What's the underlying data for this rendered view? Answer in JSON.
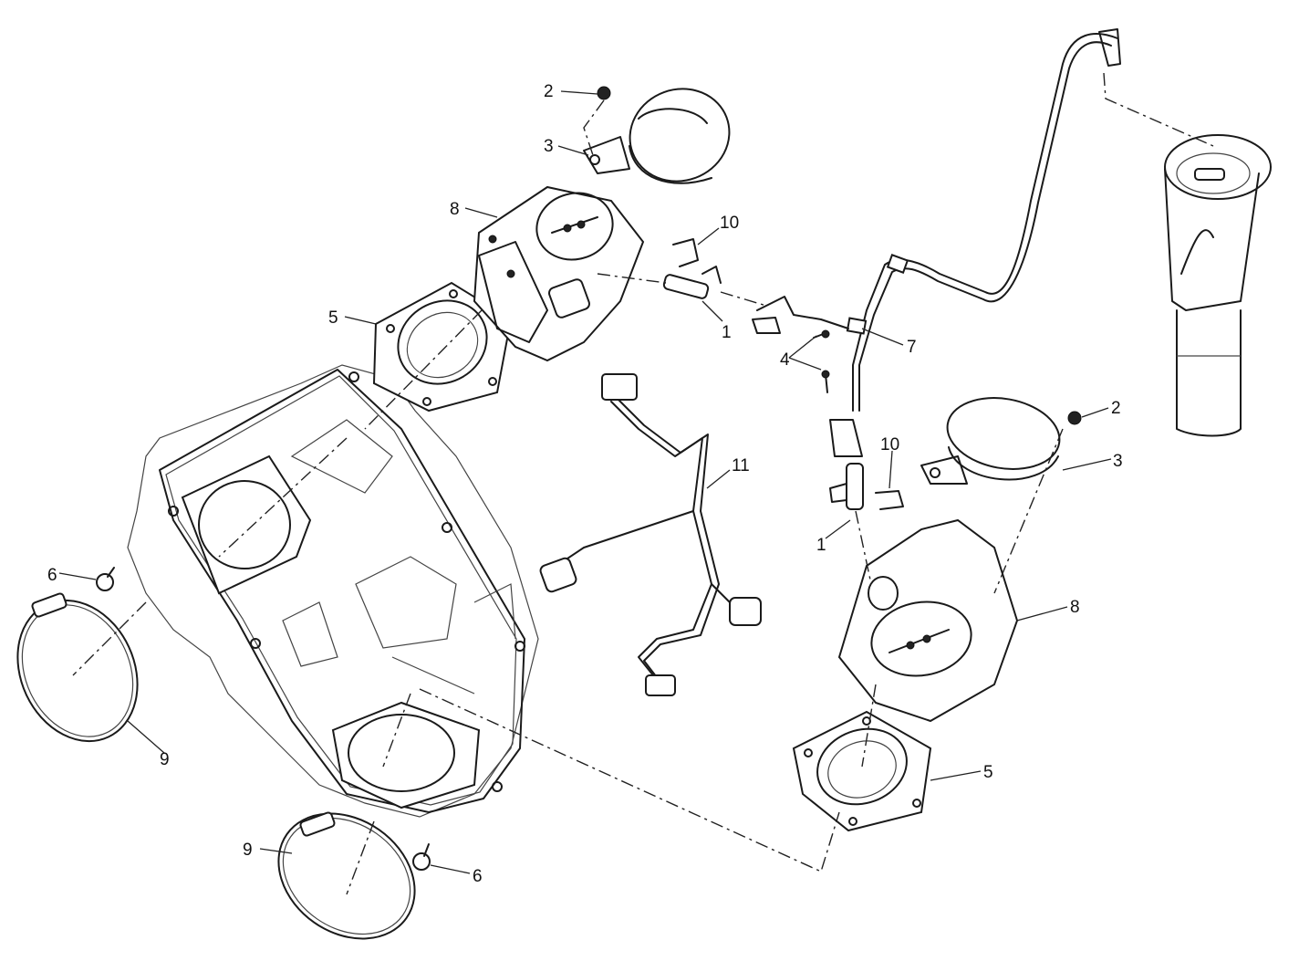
{
  "diagram": {
    "type": "exploded parts view",
    "subject": "Throttle body assembly",
    "background": "#ffffff",
    "line_color": "#1a1a1a",
    "callouts": [
      {
        "id": "c2a",
        "label": "2",
        "part": "screw"
      },
      {
        "id": "c3a",
        "label": "3",
        "part": "intake trumpet"
      },
      {
        "id": "c8a",
        "label": "8",
        "part": "throttle body"
      },
      {
        "id": "c10a",
        "label": "10",
        "part": "injector clip"
      },
      {
        "id": "c1a",
        "label": "1",
        "part": "fuel injector"
      },
      {
        "id": "c5a",
        "label": "5",
        "part": "intake manifold flange"
      },
      {
        "id": "c7",
        "label": "7",
        "part": "fuel line"
      },
      {
        "id": "c4",
        "label": "4",
        "part": "screws"
      },
      {
        "id": "c2b",
        "label": "2",
        "part": "screw"
      },
      {
        "id": "c3b",
        "label": "3",
        "part": "intake trumpet"
      },
      {
        "id": "c10b",
        "label": "10",
        "part": "injector clip"
      },
      {
        "id": "c11",
        "label": "11",
        "part": "wiring harness"
      },
      {
        "id": "c1b",
        "label": "1",
        "part": "fuel injector"
      },
      {
        "id": "c6a",
        "label": "6",
        "part": "grommet"
      },
      {
        "id": "c8b",
        "label": "8",
        "part": "throttle body"
      },
      {
        "id": "c9a",
        "label": "9",
        "part": "hose clamp"
      },
      {
        "id": "c5b",
        "label": "5",
        "part": "intake manifold flange"
      },
      {
        "id": "c9b",
        "label": "9",
        "part": "hose clamp"
      },
      {
        "id": "c6b",
        "label": "6",
        "part": "grommet"
      }
    ]
  }
}
